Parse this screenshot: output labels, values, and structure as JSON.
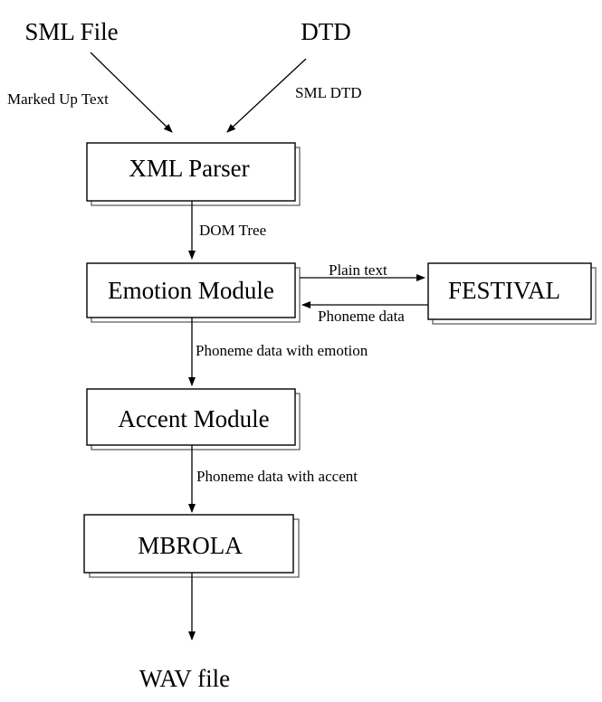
{
  "inputs": {
    "sml_file": "SML File",
    "dtd": "DTD"
  },
  "nodes": {
    "xml_parser": "XML Parser",
    "emotion_module": "Emotion Module",
    "festival": "FESTIVAL",
    "accent_module": "Accent Module",
    "mbrola": "MBROLA"
  },
  "output": {
    "wav_file": "WAV file"
  },
  "edges": {
    "marked_up_text": "Marked Up Text",
    "sml_dtd": "SML DTD",
    "dom_tree": "DOM Tree",
    "plain_text": "Plain text",
    "phoneme_data": "Phoneme data",
    "phoneme_data_with_emotion": "Phoneme data with emotion",
    "phoneme_data_with_accent": "Phoneme data with accent"
  }
}
